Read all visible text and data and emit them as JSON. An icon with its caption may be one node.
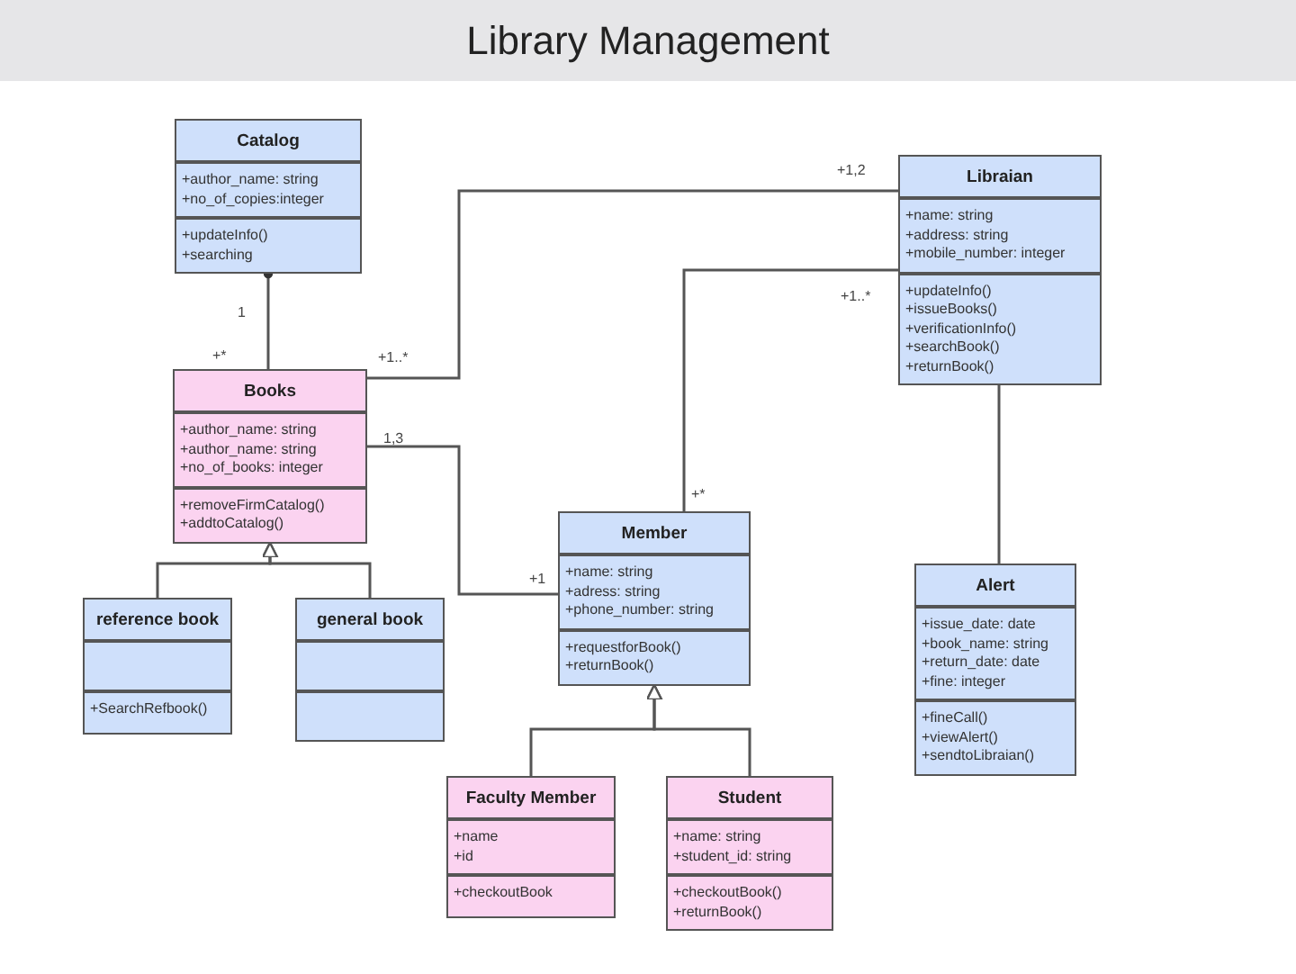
{
  "diagram": {
    "title": "Library Management",
    "nodes": [
      {
        "text": [
          "Catalog"
        ]
      },
      {
        "text": [
          "+author_name: string",
          "+no_of_copies:integer"
        ],
        "in": 0
      },
      {
        "text": [
          "+updateInfo()",
          "+searching"
        ],
        "in": 0
      },
      {
        "text": [
          "Libraian"
        ]
      },
      {
        "text": [
          "+name: string",
          "+address: string",
          "+mobile_number: integer"
        ],
        "in": 3
      },
      {
        "text": [
          "+updateInfo()",
          "+issueBooks()",
          "+verificationInfo()",
          "+searchBook()",
          "+returnBook()"
        ],
        "in": 3
      },
      {
        "text": [
          "Books"
        ]
      },
      {
        "text": [
          "+author_name: string",
          "+author_name: string",
          "+no_of_books: integer"
        ],
        "in": 6
      },
      {
        "text": [
          "+removeFirmCatalog()",
          "+addtoCatalog()"
        ],
        "in": 6
      },
      {
        "text": [
          "Member"
        ]
      },
      {
        "text": [
          "+name: string",
          "+adress: string",
          "+phone_number: string"
        ],
        "in": 9
      },
      {
        "text": [
          "+requestforBook()",
          "+returnBook()"
        ],
        "in": 9
      },
      {
        "text": [
          "Alert"
        ]
      },
      {
        "text": [
          "+issue_date: date",
          "+book_name: string",
          "+return_date: date",
          "+fine: integer"
        ],
        "in": 12
      },
      {
        "text": [
          "+fineCall()",
          "+viewAlert()",
          "+sendtoLibraian()"
        ],
        "in": 12
      },
      {
        "text": [
          "reference book"
        ]
      },
      {
        "text": [],
        "shape": "box",
        "in": 15
      },
      {
        "text": [
          "+SearchRefbook()"
        ],
        "in": 15
      },
      {
        "text": [
          "general book"
        ]
      },
      {
        "text": [],
        "shape": "box",
        "in": 18
      },
      {
        "text": [],
        "shape": "box",
        "in": 18
      },
      {
        "text": [
          "Faculty Member"
        ]
      },
      {
        "text": [
          "+name",
          "+id"
        ],
        "in": 21
      },
      {
        "text": [
          "+checkoutBook"
        ],
        "in": 21
      },
      {
        "text": [
          "Student"
        ]
      },
      {
        "text": [
          "+name: string",
          "+student_id: string"
        ],
        "in": 24
      },
      {
        "text": [
          "+checkoutBook()",
          "+returnBook()"
        ],
        "in": 24
      }
    ],
    "edges": [
      {
        "from": 6,
        "to": 0,
        "arrow": "other"
      },
      {
        "from": 6,
        "to": 3,
        "arrow": "none"
      },
      {
        "from": 6,
        "to": 9,
        "arrow": "none"
      },
      {
        "from": 3,
        "to": 9,
        "arrow": "none"
      },
      {
        "from": 3,
        "to": 12,
        "arrow": "none"
      },
      {
        "from": 15,
        "to": 6,
        "arrow": "to"
      },
      {
        "from": 18,
        "to": 6,
        "arrow": "to"
      },
      {
        "from": 21,
        "to": 9,
        "arrow": "to"
      },
      {
        "from": 24,
        "to": 9,
        "arrow": "to"
      }
    ],
    "labels": [
      "+1,2",
      "1",
      "+*",
      "+1..*",
      "+1..*",
      "1,3",
      "+*",
      "+1"
    ]
  }
}
